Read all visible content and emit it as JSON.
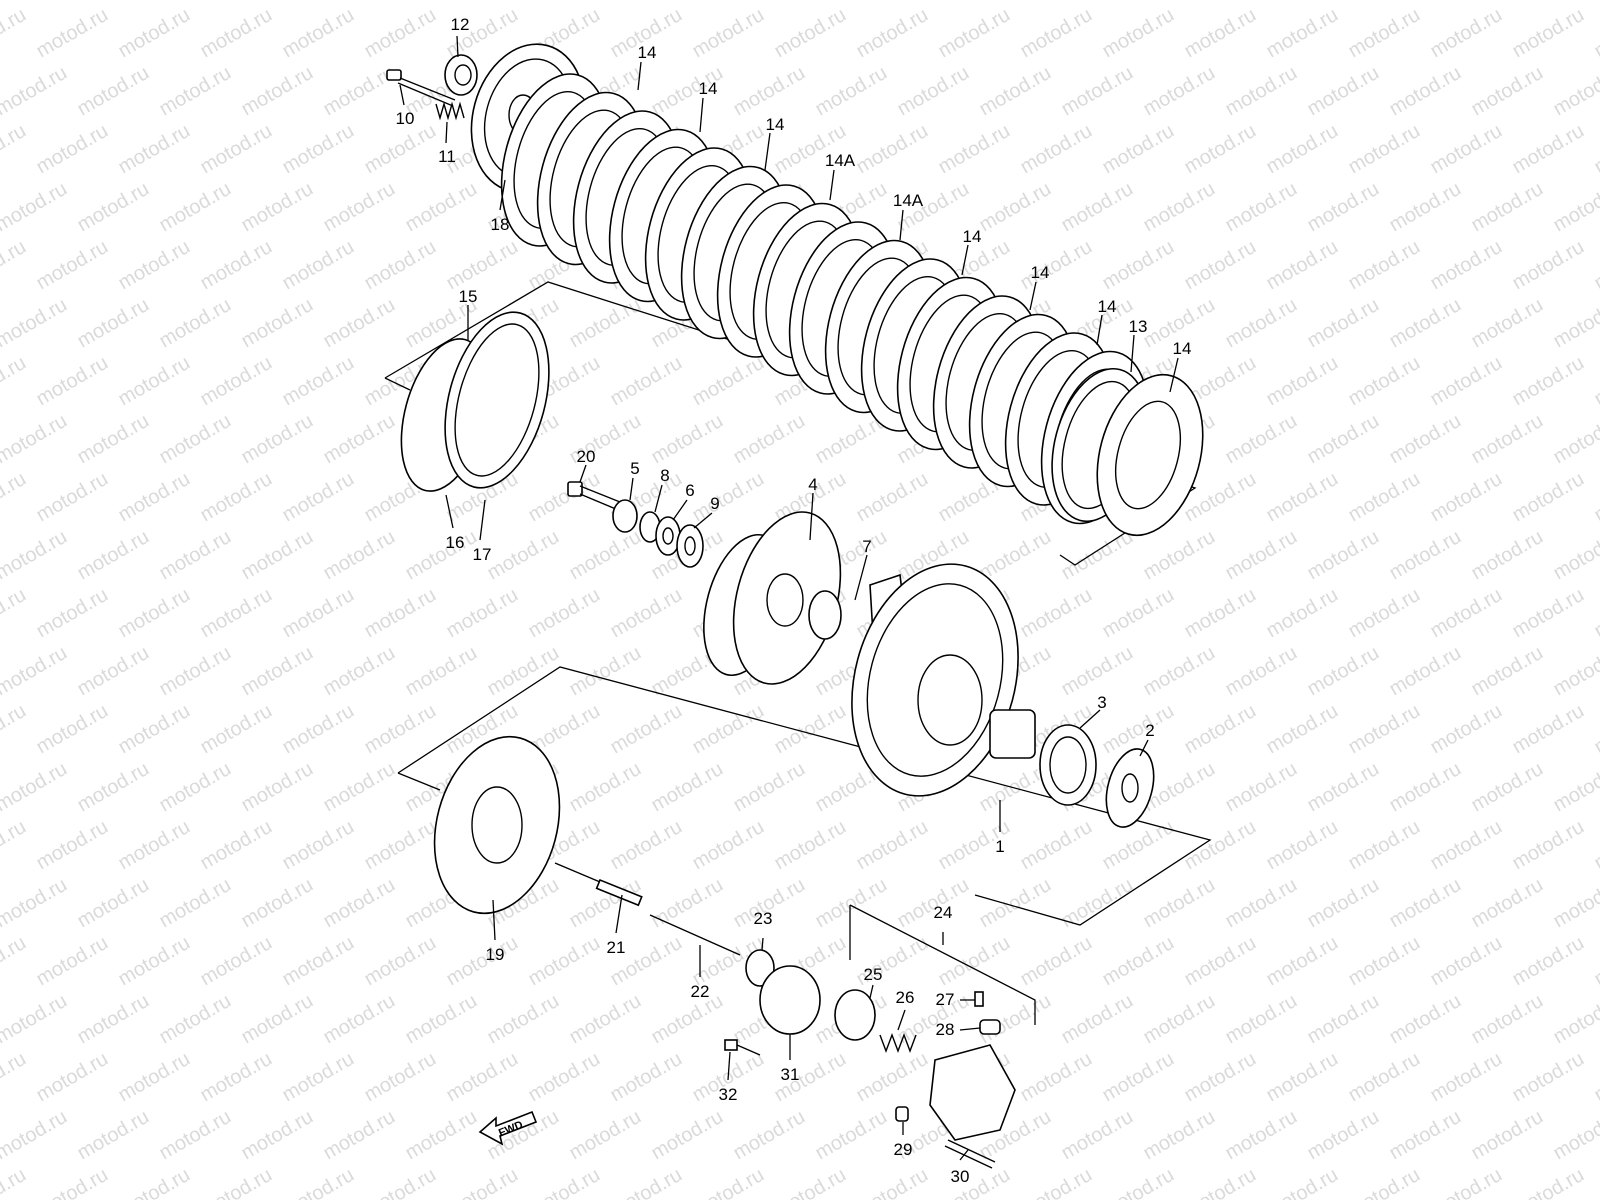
{
  "watermark": "motod.ru",
  "fwd_label": "FWD",
  "callouts": {
    "c1": "1",
    "c2": "2",
    "c3": "3",
    "c4": "4",
    "c5": "5",
    "c6": "6",
    "c7": "7",
    "c8": "8",
    "c9": "9",
    "c10": "10",
    "c11": "11",
    "c12": "12",
    "c13": "13",
    "c14a": "14",
    "c14b": "14",
    "c14c": "14",
    "c14A1": "14A",
    "c14A2": "14A",
    "c14d": "14",
    "c14e": "14",
    "c14f": "14",
    "c14g": "14",
    "c15": "15",
    "c16": "16",
    "c17": "17",
    "c18": "18",
    "c19": "19",
    "c20": "20",
    "c21": "21",
    "c22": "22",
    "c23": "23",
    "c24": "24",
    "c25": "25",
    "c26": "26",
    "c27": "27",
    "c28": "28",
    "c29": "29",
    "c30": "30",
    "c31": "31",
    "c32": "32"
  }
}
